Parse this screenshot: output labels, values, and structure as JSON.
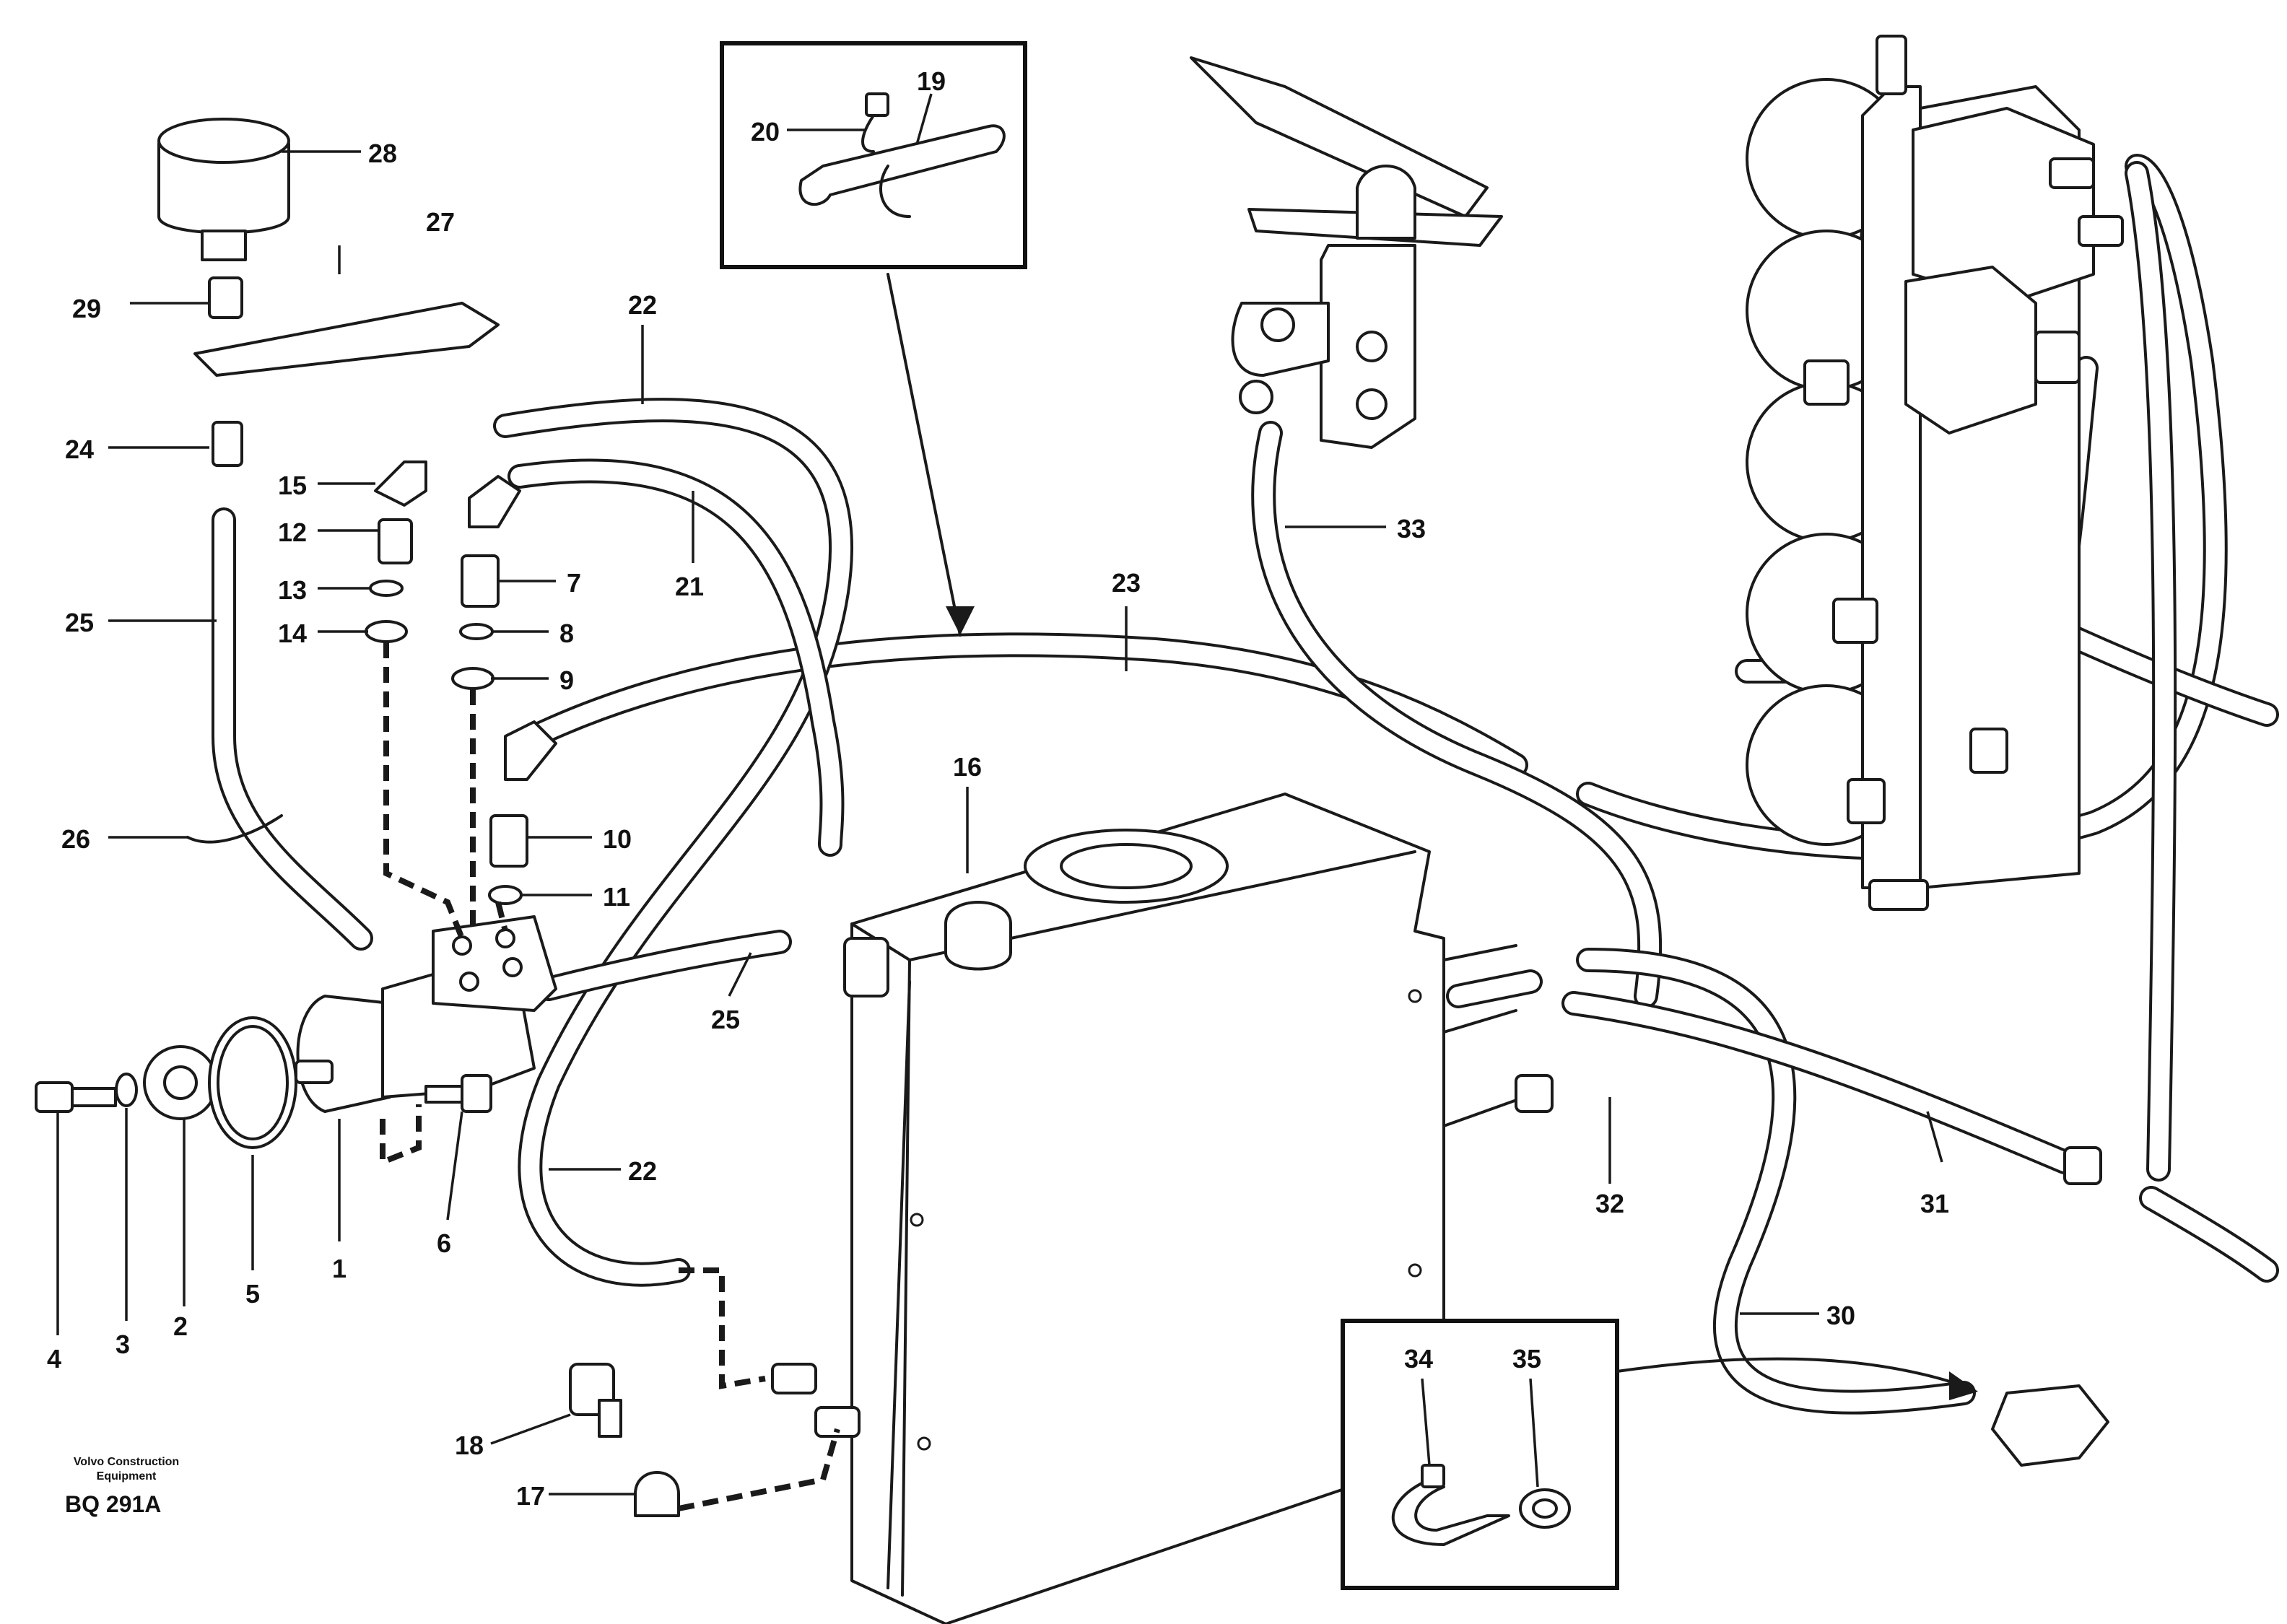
{
  "diagram": {
    "drawing_id": "BQ 291A",
    "maker": [
      "Volvo Construction",
      "Equipment"
    ],
    "callouts": {
      "c1": "1",
      "c2": "2",
      "c3": "3",
      "c4": "4",
      "c5": "5",
      "c6": "6",
      "c7": "7",
      "c8": "8",
      "c9": "9",
      "c10": "10",
      "c11": "11",
      "c12": "12",
      "c13": "13",
      "c14": "14",
      "c15": "15",
      "c16": "16",
      "c17": "17",
      "c18": "18",
      "c19": "19",
      "c20": "20",
      "c21": "21",
      "c22a": "22",
      "c22b": "22",
      "c23": "23",
      "c24": "24",
      "c25a": "25",
      "c25b": "25",
      "c26": "26",
      "c27": "27",
      "c28": "28",
      "c29": "29",
      "c30": "30",
      "c31": "31",
      "c32": "32",
      "c33": "33",
      "c34": "34",
      "c35": "35"
    }
  }
}
